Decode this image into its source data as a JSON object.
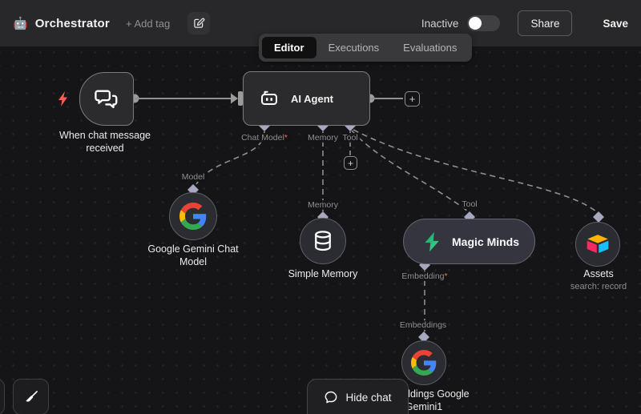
{
  "header": {
    "emoji": "🤖",
    "title": "Orchestrator",
    "add_tag": "+ Add tag",
    "status": "Inactive",
    "share": "Share",
    "save": "Save"
  },
  "tabs": {
    "items": [
      {
        "label": "Editor",
        "active": true
      },
      {
        "label": "Executions",
        "active": false
      },
      {
        "label": "Evaluations",
        "active": false
      }
    ]
  },
  "workflow": {
    "plus": "+",
    "trigger": {
      "line1": "When chat message",
      "line2": "received"
    },
    "agent": {
      "title": "AI Agent"
    },
    "ports": {
      "chat_model": "Chat Model",
      "memory": "Memory",
      "tool": "Tool",
      "model": "Model",
      "memory_in": "Memory",
      "tool_in": "Tool",
      "embedding": "Embedding",
      "embeddings": "Embeddings",
      "required_mark": "*"
    },
    "nodes": {
      "gemini_chat": {
        "line1": "Google Gemini Chat",
        "line2": "Model"
      },
      "simple_memory": {
        "label": "Simple Memory"
      },
      "magic_minds": {
        "label": "Magic Minds"
      },
      "assets": {
        "label": "Assets",
        "subtitle": "search: record"
      },
      "embeddings_gemini": {
        "line1": "Embeddings Google",
        "line2": "Gemini1"
      }
    }
  },
  "chat_panel": {
    "hide_button": "Hide chat"
  },
  "colors": {
    "canvas_bg": "#151517",
    "header_bg": "#28282a",
    "node_border": "#7c7c7e",
    "diamond": "#a6a8c0",
    "connection": "#8f8f8f",
    "trigger_bolt": "#ff5e50",
    "required_mark": "#ff6d5a",
    "magic_green": "#3ecf8e",
    "google": [
      "#4285F4",
      "#EA4335",
      "#FBBC05",
      "#34A853"
    ],
    "airtable": [
      "#FCB400",
      "#18BFFF",
      "#F82B60"
    ]
  }
}
